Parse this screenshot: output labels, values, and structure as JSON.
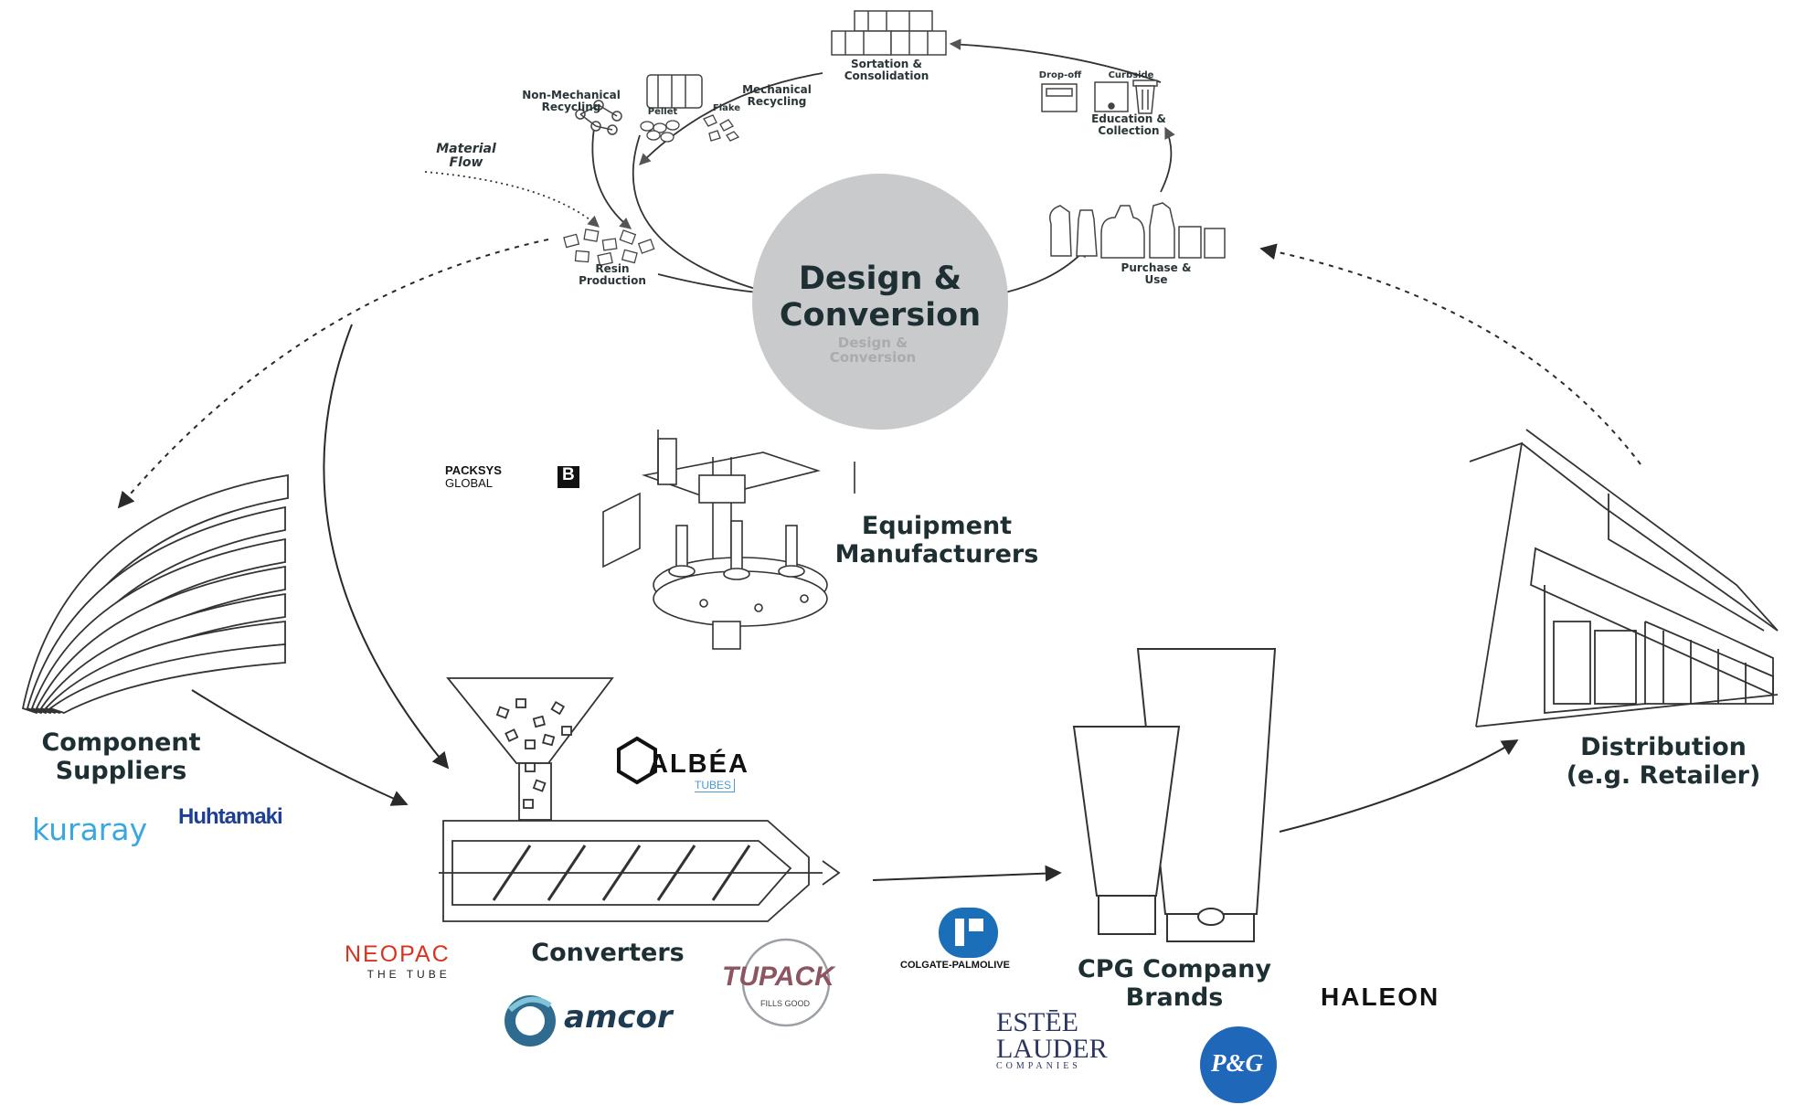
{
  "cycle": {
    "center_title_line1": "Design &",
    "center_title_line2": "Conversion",
    "center_ghost_line1": "Design &",
    "center_ghost_line2": "Conversion",
    "sortation_line1": "Sortation &",
    "sortation_line2": "Consolidation",
    "non_mech_line1": "Non-Mechanical",
    "non_mech_line2": "Recycling",
    "mech_line1": "Mechanical",
    "mech_line2": "Recycling",
    "pellet": "Pellet",
    "flake": "Flake",
    "material_flow_line1": "Material",
    "material_flow_line2": "Flow",
    "resin_line1": "Resin",
    "resin_line2": "Production",
    "dropoff": "Drop-off",
    "curbside": "Curbside",
    "education_line1": "Education &",
    "education_line2": "Collection",
    "purchase_line1": "Purchase &",
    "purchase_line2": "Use"
  },
  "stages": {
    "equipment_line1": "Equipment",
    "equipment_line2": "Manufacturers",
    "component_line1": "Component",
    "component_line2": "Suppliers",
    "converters": "Converters",
    "cpg_line1": "CPG Company",
    "cpg_line2": "Brands",
    "distribution_line1": "Distribution",
    "distribution_line2": "(e.g. Retailer)"
  },
  "logos": {
    "packsys_line1": "PACKSYS",
    "packsys_line2": "GLOBAL",
    "packsys_mark": "B",
    "kuraray": "kuraray",
    "huhtamaki": "Huhtamaki",
    "albea": "ALBÉA",
    "albea_sub": "TUBES",
    "neopac": "NEOPAC",
    "neopac_sub": "THE TUBE",
    "tupack": "TUPACK",
    "tupack_sub": "FILLS GOOD",
    "amcor": "amcor",
    "colgate": "COLGATE-PALMOLIVE",
    "estee_line1": "ESTĒE",
    "estee_line2": "LAUDER",
    "estee_line3": "COMPANIES",
    "pg": "P&G",
    "haleon": "HALEON"
  },
  "colors": {
    "text_dark": "#1e2f33",
    "circle_gray": "#c9cacc",
    "line_gray": "#333333",
    "kuraray_blue": "#3aa7e0",
    "huhtamaki_blue": "#1f3f94",
    "neopac_red": "#d9331f",
    "tupack_mauve": "#8d5461",
    "colgate_blue": "#1b6fb8",
    "pg_blue": "#1f67b8",
    "albea_blue": "#4a9bd1"
  },
  "icons": [
    "bales-icon",
    "molecule-icon",
    "pellet-icon",
    "flake-icon",
    "recycling-bin-icon",
    "trash-bin-icon",
    "bottles-icon",
    "resin-cubes-icon",
    "filling-machine-icon",
    "layers-icon",
    "extruder-icon",
    "tubes-icon",
    "storefront-icon"
  ]
}
